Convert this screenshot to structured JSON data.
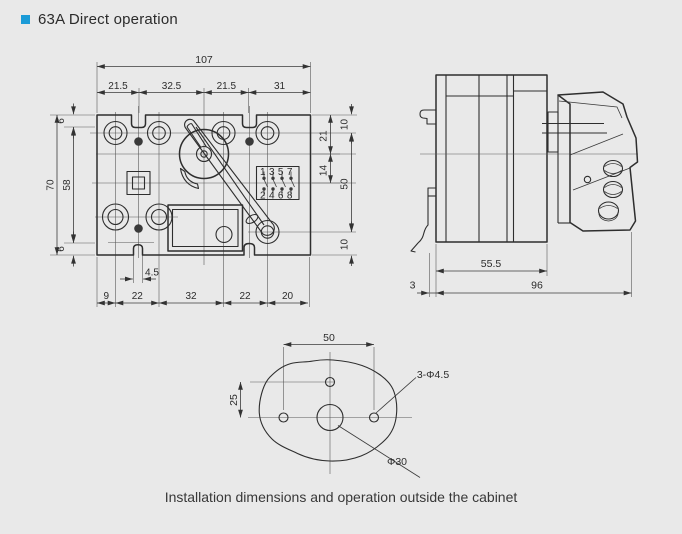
{
  "page": {
    "background_color": "#e9e9e9",
    "accent_color": "#1b9bd7",
    "line_color": "#2e2e2e"
  },
  "header": {
    "title": "63A Direct operation"
  },
  "caption": {
    "text": "Installation dimensions and operation outside the cabinet"
  },
  "front_view": {
    "dim_overall_width": "107",
    "dim_top_segments": [
      "21.5",
      "32.5",
      "21.5",
      "31"
    ],
    "dim_left_overall": "70",
    "dim_left_inner": "58",
    "dim_left_top": "6",
    "dim_left_bottom": "6",
    "dim_slot_width": "4.5",
    "dim_bottom_segments": [
      "9",
      "22",
      "32",
      "22",
      "20"
    ],
    "dim_right_inner": [
      "21",
      "14"
    ],
    "dim_right_outer": [
      "10",
      "50",
      "10"
    ],
    "terminal_row_top": "1357",
    "terminal_row_bottom": "2468"
  },
  "side_view": {
    "dim_body_depth": "55.5",
    "dim_rail_offset": "3",
    "dim_overall_depth": "96"
  },
  "cutout_view": {
    "dim_hole_spacing_h": "50",
    "dim_hole_spacing_v": "25",
    "label_mounting_holes": "3-Φ4.5",
    "label_shaft_hole": "Φ30"
  }
}
